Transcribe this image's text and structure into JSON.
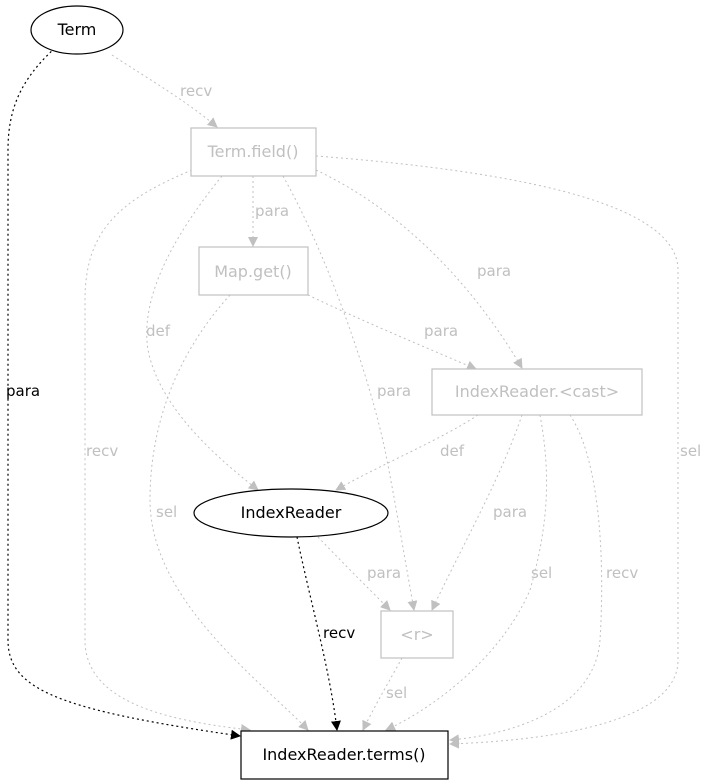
{
  "colors": {
    "active": "#000000",
    "muted": "#c0c0c0",
    "background": "#ffffff"
  },
  "nodes": {
    "term": {
      "label": "Term",
      "shape": "ellipse",
      "state": "active"
    },
    "term_field": {
      "label": "Term.field()",
      "shape": "box",
      "state": "muted"
    },
    "map_get": {
      "label": "Map.get()",
      "shape": "box",
      "state": "muted"
    },
    "indexreader_cast": {
      "label": "IndexReader.<cast>",
      "shape": "box",
      "state": "muted"
    },
    "indexreader": {
      "label": "IndexReader",
      "shape": "ellipse",
      "state": "active"
    },
    "r": {
      "label": "<r>",
      "shape": "box",
      "state": "muted"
    },
    "indexreader_terms": {
      "label": "IndexReader.terms()",
      "shape": "box",
      "state": "active"
    }
  },
  "edges": [
    {
      "id": "term_to_terms",
      "from": "Term",
      "to": "IndexReader.terms()",
      "label": "para",
      "state": "active"
    },
    {
      "id": "term_to_field",
      "from": "Term",
      "to": "Term.field()",
      "label": "recv",
      "state": "muted"
    },
    {
      "id": "field_to_map",
      "from": "Term.field()",
      "to": "Map.get()",
      "label": "para",
      "state": "muted"
    },
    {
      "id": "field_to_cast",
      "from": "Term.field()",
      "to": "IndexReader.<cast>",
      "label": "para",
      "state": "muted"
    },
    {
      "id": "field_to_ir",
      "from": "Term.field()",
      "to": "IndexReader",
      "label": "def",
      "state": "muted"
    },
    {
      "id": "field_to_r",
      "from": "Term.field()",
      "to": "<r>",
      "label": "para",
      "state": "muted"
    },
    {
      "id": "field_to_terms_recv",
      "from": "Term.field()",
      "to": "IndexReader.terms()",
      "label": "recv",
      "state": "muted"
    },
    {
      "id": "field_to_terms_sel",
      "from": "Term.field()",
      "to": "IndexReader.terms()",
      "label": "sel",
      "state": "muted"
    },
    {
      "id": "map_to_cast",
      "from": "Map.get()",
      "to": "IndexReader.<cast>",
      "label": "para",
      "state": "muted"
    },
    {
      "id": "map_to_terms",
      "from": "Map.get()",
      "to": "IndexReader.terms()",
      "label": "sel",
      "state": "muted"
    },
    {
      "id": "cast_to_ir",
      "from": "IndexReader.<cast>",
      "to": "IndexReader",
      "label": "def",
      "state": "muted"
    },
    {
      "id": "cast_to_r",
      "from": "IndexReader.<cast>",
      "to": "<r>",
      "label": "para",
      "state": "muted"
    },
    {
      "id": "cast_to_terms_sel",
      "from": "IndexReader.<cast>",
      "to": "IndexReader.terms()",
      "label": "sel",
      "state": "muted"
    },
    {
      "id": "cast_to_terms_recv",
      "from": "IndexReader.<cast>",
      "to": "IndexReader.terms()",
      "label": "recv",
      "state": "muted"
    },
    {
      "id": "ir_to_r",
      "from": "IndexReader",
      "to": "<r>",
      "label": "para",
      "state": "muted"
    },
    {
      "id": "ir_to_terms",
      "from": "IndexReader",
      "to": "IndexReader.terms()",
      "label": "recv",
      "state": "active"
    },
    {
      "id": "r_to_terms",
      "from": "<r>",
      "to": "IndexReader.terms()",
      "label": "sel",
      "state": "muted"
    }
  ]
}
